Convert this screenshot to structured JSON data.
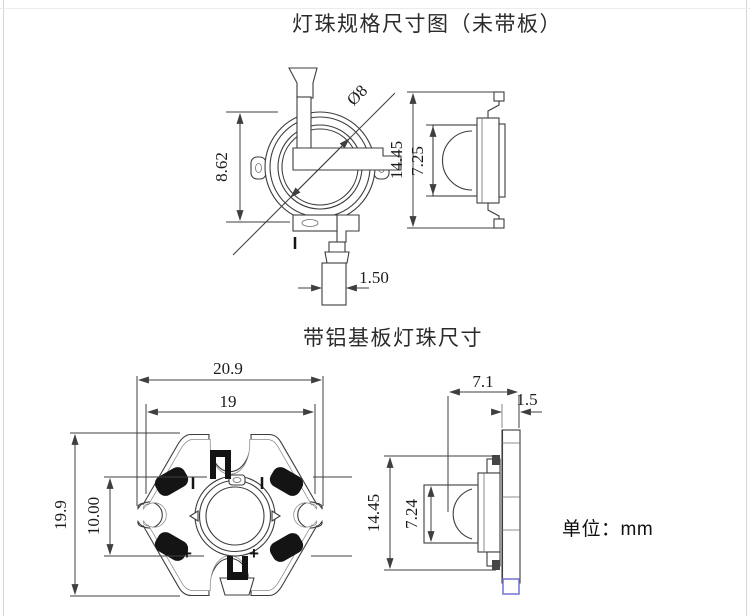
{
  "titles": {
    "top": "灯珠规格尺寸图（未带板）",
    "bottom": "带铝基板灯珠尺寸"
  },
  "units_label": "单位：mm",
  "colors": {
    "background": "#ffffff",
    "drawing_line": "#3d3d3d",
    "pad_black": "#141414",
    "connector_blue": "#7272cf"
  },
  "top_section": {
    "front_view": {
      "label": "led-top-view-without-board",
      "dims": {
        "body_height": "8.62",
        "lens_diameter": "Ø8",
        "lead_width": "1.50"
      }
    },
    "side_view": {
      "label": "led-side-view-without-board",
      "dims": {
        "overall_height": "14.45",
        "lens_height": "7.25"
      }
    }
  },
  "bottom_section": {
    "board_view": {
      "label": "star-pcb-top-view",
      "dims": {
        "overall_width": "20.9",
        "inner_width": "19",
        "overall_height": "19.9",
        "pad_pitch": "10.00"
      },
      "polarity_plus": "+"
    },
    "side_view": {
      "label": "star-pcb-side-view",
      "dims": {
        "overall_depth": "7.1",
        "board_thickness": "1.5",
        "overall_height": "14.45",
        "lens_height": "7.24"
      }
    }
  }
}
